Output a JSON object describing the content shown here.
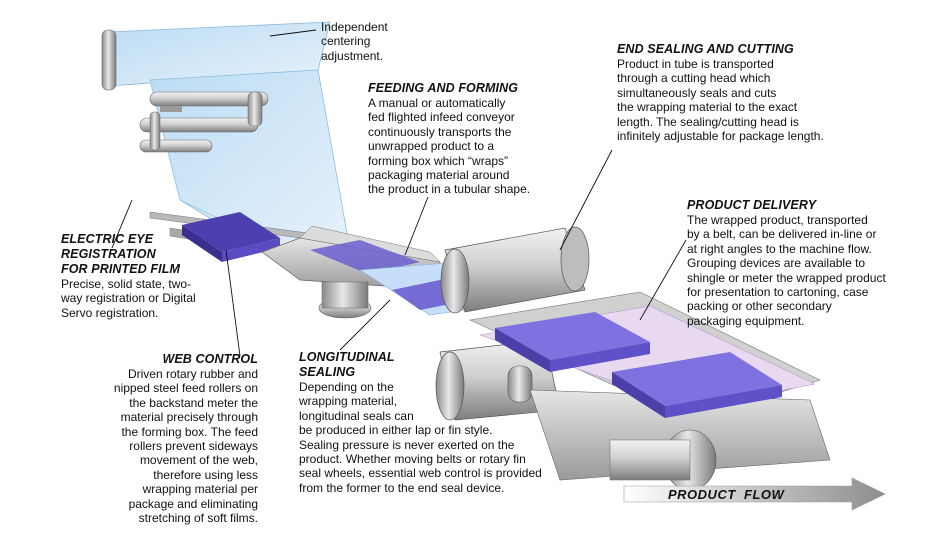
{
  "callouts": {
    "centering": "Independent centering adjustment.",
    "feeding": {
      "heading": "FEEDING AND FORMING",
      "lines": [
        "A manual or automatically",
        "fed flighted infeed conveyor",
        "continuously transports the",
        "unwrapped product to a",
        "forming box which “wraps”",
        "packaging material around",
        "the product in a tubular shape."
      ]
    },
    "end_sealing": {
      "heading": "END SEALING AND CUTTING",
      "lines": [
        "Product in tube is transported",
        "through a cutting head which",
        "simultaneously seals and cuts",
        "the wrapping material to the exact",
        "length. The sealing/cutting head is",
        "infinitely adjustable for package length."
      ]
    },
    "electric_eye": {
      "heading_lines": [
        "ELECTRIC EYE",
        "REGISTRATION",
        "FOR PRINTED FILM"
      ],
      "lines": [
        "Precise, solid state, two-",
        "way registration or Digital",
        "Servo registration."
      ]
    },
    "product_delivery": {
      "heading": "PRODUCT DELIVERY",
      "lines": [
        "The wrapped product, transported",
        "by a belt, can be delivered in-line or",
        "at right angles to the machine flow.",
        "Grouping devices are available to",
        "shingle or meter the wrapped product",
        "for presentation to cartoning, case",
        "packing or other secondary",
        "packaging equipment."
      ]
    },
    "web_control": {
      "heading": "WEB CONTROL",
      "lines": [
        "Driven rotary rubber and",
        "nipped steel feed rollers on",
        "the backstand meter the",
        "material precisely through",
        "the forming box. The feed",
        "rollers prevent sideways",
        "movement of the web,",
        "therefore using less",
        "wrapping material per",
        "package and eliminating",
        "stretching of soft films."
      ]
    },
    "longitudinal": {
      "heading_lines": [
        "LONGITUDINAL",
        "SEALING"
      ],
      "lines": [
        "Depending on the",
        "wrapping material,",
        "longitudinal seals can",
        "be produced in either lap or fin style.",
        "Sealing pressure is never exerted on the",
        "product. Whether moving belts or rotary fin",
        "seal wheels, essential web control is provided",
        "from the former to the end seal device."
      ]
    }
  },
  "flow_label": "PRODUCT  FLOW",
  "colors": {
    "film": "#cfe6f7",
    "product": "#6a5fcf",
    "metal": "#c9c9c9",
    "arrow": "#999999"
  }
}
